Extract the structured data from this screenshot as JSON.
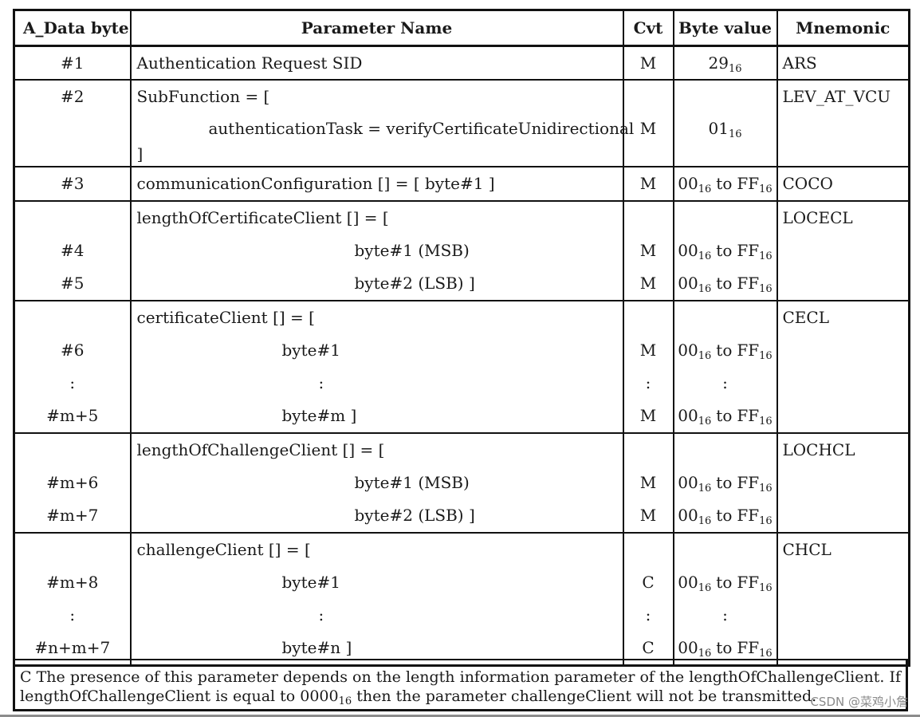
{
  "headers": {
    "a_data_byte": "A_Data byte",
    "parameter_name": "Parameter Name",
    "cvt": "Cvt",
    "byte_value": "Byte value",
    "mnemonic": "Mnemonic"
  },
  "rows": [
    {
      "mnemonic": "ARS",
      "lines": [
        {
          "byte": "#1",
          "name": "Authentication Request SID",
          "cvt": "M",
          "value_base": "29",
          "value_sub": "16"
        }
      ]
    },
    {
      "mnemonic": "LEV_AT_VCU",
      "lines": [
        {
          "byte": "#2",
          "name": "SubFunction = [",
          "cvt": "",
          "value_base": "",
          "value_sub": ""
        },
        {
          "byte": "",
          "name": "authenticationTask = verifyCertificateUnidirectional",
          "cvt": "M",
          "value_base": "01",
          "value_sub": "16"
        },
        {
          "byte": "",
          "name": "]",
          "cvt": "",
          "value_base": "",
          "value_sub": ""
        }
      ]
    },
    {
      "mnemonic": "COCO",
      "lines": [
        {
          "byte": "#3",
          "name": "communicationConfiguration [] = [ byte#1 ]",
          "cvt": "M",
          "range": "to"
        }
      ]
    },
    {
      "mnemonic": "LOCECL",
      "lines": [
        {
          "byte": "",
          "name": "lengthOfCertificateClient [] = [",
          "cvt": ""
        },
        {
          "byte": "#4",
          "name": "byte#1 (MSB)",
          "cvt": "M",
          "range": "to"
        },
        {
          "byte": "#5",
          "name": "byte#2 (LSB) ]",
          "cvt": "M",
          "range": "to"
        }
      ]
    },
    {
      "mnemonic": "CECL",
      "lines": [
        {
          "byte": "",
          "name": "certificateClient [] = [",
          "cvt": ""
        },
        {
          "byte": "#6",
          "name": "byte#1",
          "cvt": "M",
          "range": "to"
        },
        {
          "byte": ":",
          "name": ":",
          "cvt": ":",
          "colon": ":"
        },
        {
          "byte": "#m+5",
          "name": "byte#m ]",
          "cvt": "M",
          "range": "to"
        }
      ]
    },
    {
      "mnemonic": "LOCHCL",
      "lines": [
        {
          "byte": "",
          "name": "lengthOfChallengeClient [] = [",
          "cvt": ""
        },
        {
          "byte": "#m+6",
          "name": "byte#1 (MSB)",
          "cvt": "M",
          "range": "to"
        },
        {
          "byte": "#m+7",
          "name": "byte#2 (LSB) ]",
          "cvt": "M",
          "range": "to"
        }
      ]
    },
    {
      "mnemonic": "CHCL",
      "lines": [
        {
          "byte": "",
          "name": "challengeClient [] = [",
          "cvt": ""
        },
        {
          "byte": "#m+8",
          "name": "byte#1",
          "cvt": "C",
          "range": "to"
        },
        {
          "byte": ":",
          "name": ":",
          "cvt": ":",
          "colon": ":"
        },
        {
          "byte": "#n+m+7",
          "name": "byte#n ]",
          "cvt": "C",
          "range": "to"
        }
      ]
    }
  ],
  "range_value": {
    "low": "00",
    "high": "FF",
    "sub": "16",
    "word": "to"
  },
  "note": {
    "line1": "C    The presence of this parameter depends on the length information parameter of the lengthOfChallengeClient. If",
    "line2_pre": "lengthOfChallengeClient is equal to 0000",
    "line2_sub": "16",
    "line2_post": " then the parameter challengeClient will not be transmitted."
  },
  "watermark": "CSDN @菜鸡小詹"
}
